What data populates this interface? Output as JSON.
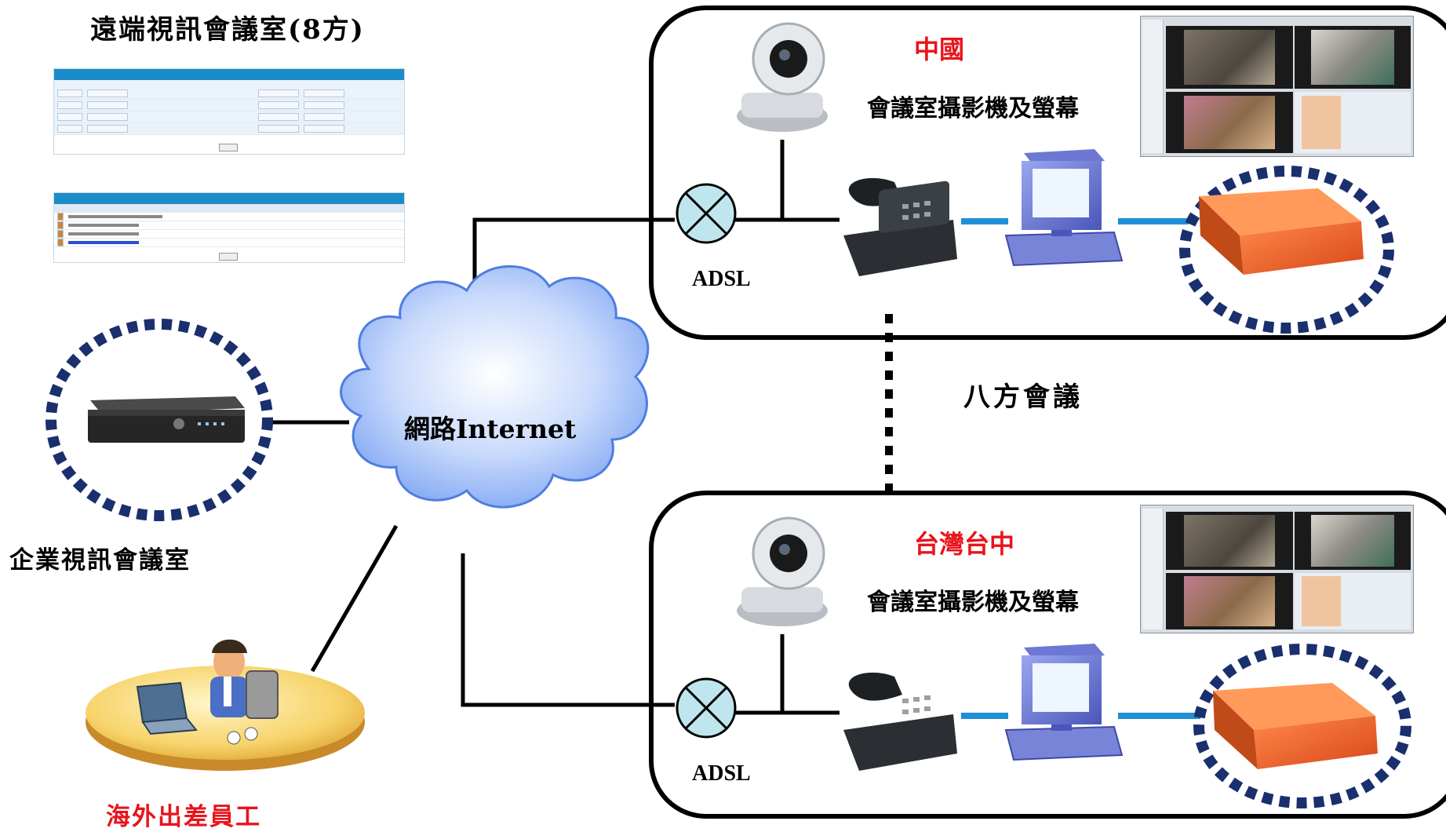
{
  "title": "遠端視訊會議室(8方)",
  "cloud_label": "網路Internet",
  "enterprise_label": "企業視訊會議室",
  "traveler_label": "海外出差員工",
  "eight_party_label": "八方會議",
  "sites": [
    {
      "name": "中國",
      "subtitle": "會議室攝影機及螢幕",
      "adsl": "ADSL"
    },
    {
      "name": "台灣台中",
      "subtitle": "會議室攝影機及螢幕",
      "adsl": "ADSL"
    }
  ],
  "colors": {
    "site_name": "#e8141b",
    "traveler_label": "#e8141b",
    "cloud": "#8fb2f4",
    "dotted_ring": "#1a2f6e",
    "link_blue": "#1f8fd6",
    "device_orange": "#f06a2c"
  },
  "icons": [
    "ip-camera-icon",
    "adsl-modem-icon",
    "telephone-icon",
    "computer-icon",
    "video-codec-box-icon",
    "mcu-device-icon",
    "business-traveler-icon",
    "internet-cloud-icon"
  ]
}
